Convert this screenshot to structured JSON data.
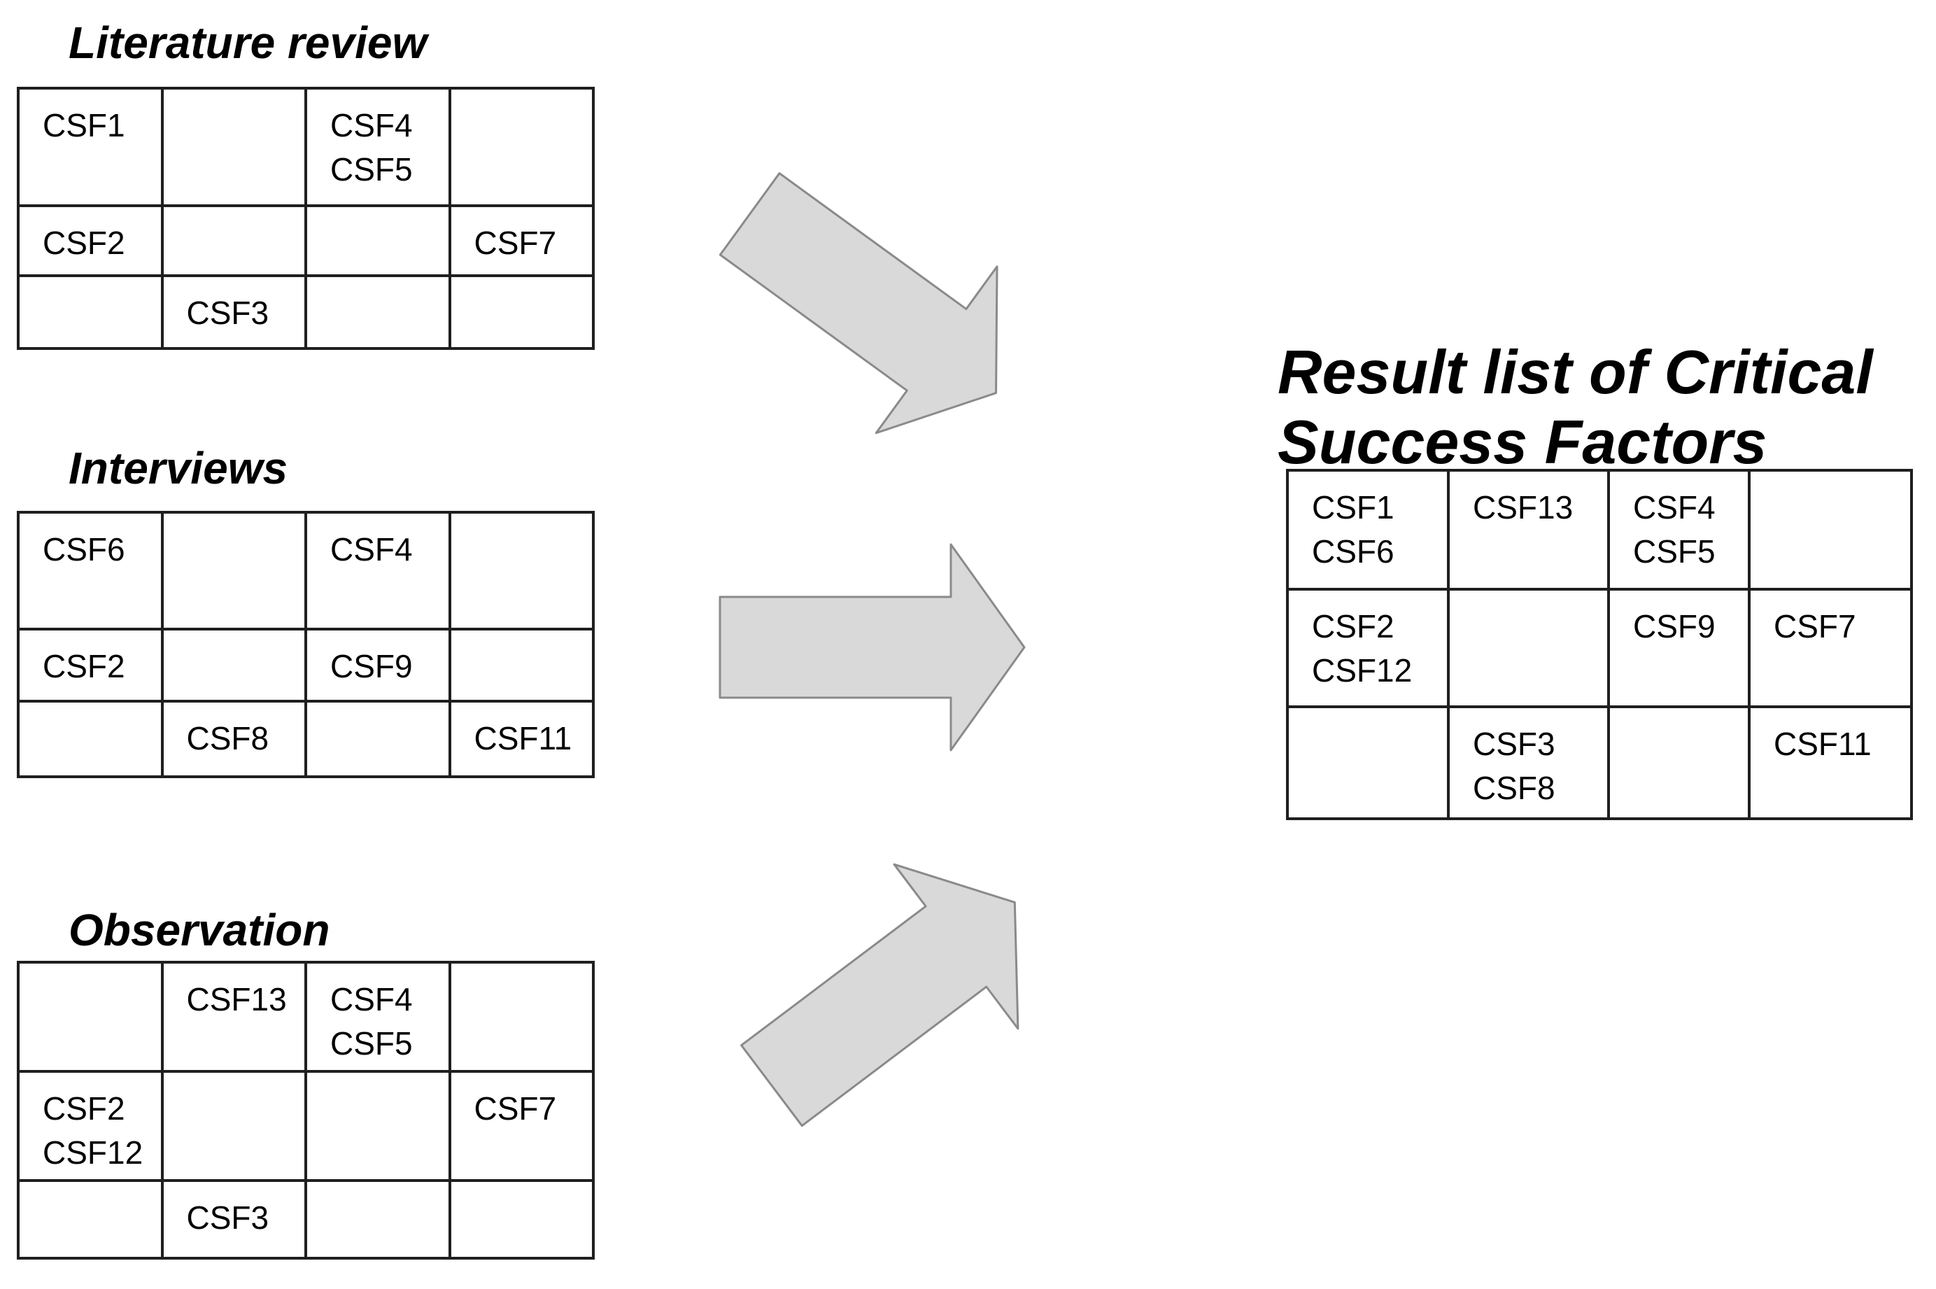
{
  "colors": {
    "page_bg": "#ffffff",
    "text_color": "#000000",
    "table_border": "#1f1f1f",
    "arrow_fill": "#d9d9d9",
    "arrow_stroke": "#8a8a8a"
  },
  "sources": [
    {
      "title": "Literature review",
      "grid": [
        [
          "CSF1",
          "",
          "CSF4\nCSF5",
          ""
        ],
        [
          "CSF2",
          "",
          "",
          "CSF7"
        ],
        [
          "",
          "CSF3",
          "",
          ""
        ]
      ]
    },
    {
      "title": "Interviews",
      "grid": [
        [
          "CSF6",
          "",
          "CSF4",
          ""
        ],
        [
          "CSF2",
          "",
          "CSF9",
          ""
        ],
        [
          "",
          "CSF8",
          "",
          "CSF11"
        ]
      ]
    },
    {
      "title": "Observation",
      "grid": [
        [
          "",
          "CSF13",
          "CSF4\nCSF5",
          ""
        ],
        [
          "CSF2\nCSF12",
          "",
          "",
          "CSF7"
        ],
        [
          "",
          "CSF3",
          "",
          ""
        ]
      ]
    }
  ],
  "result": {
    "title": "Result list of Critical Success Factors",
    "title_lines": [
      "Result list of Critical",
      "Success Factors"
    ],
    "grid": [
      [
        "CSF1\nCSF6",
        "CSF13",
        "CSF4\nCSF5",
        ""
      ],
      [
        "CSF2\nCSF12",
        "",
        "CSF9",
        "CSF7"
      ],
      [
        "",
        "CSF3\nCSF8",
        "",
        "CSF11"
      ]
    ]
  },
  "arrows": [
    {
      "name": "literature-review-to-result"
    },
    {
      "name": "interviews-to-result"
    },
    {
      "name": "observation-to-result"
    }
  ]
}
